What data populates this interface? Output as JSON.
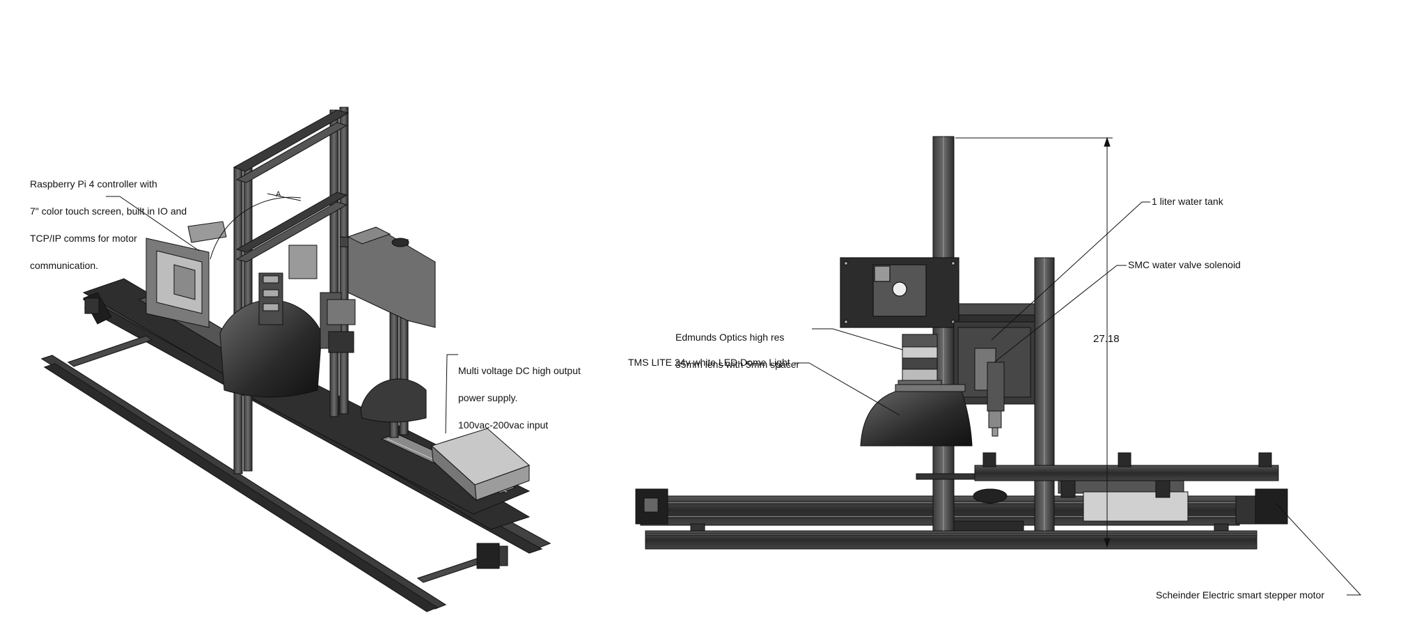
{
  "left_view": {
    "callouts": {
      "controller": {
        "lines": [
          "Raspberry Pi 4 controller with",
          "7\" color touch screen, built in IO and",
          "TCP/IP comms for motor",
          "communication."
        ]
      },
      "power_supply": {
        "lines": [
          "Multi voltage DC high output",
          "power supply.",
          "100vac-200vac input"
        ]
      },
      "angle_label": "A"
    }
  },
  "right_view": {
    "callouts": {
      "water_tank": "1 liter water tank",
      "valve": "SMC water valve solenoid",
      "lens": {
        "lines": [
          "Edmunds Optics high res",
          "35mm lens with 5mm spacer"
        ]
      },
      "dome_light": "TMS LITE 24v white LED Dome Light",
      "stepper": "Scheinder Electric smart stepper motor"
    },
    "dimension": "27.18"
  }
}
